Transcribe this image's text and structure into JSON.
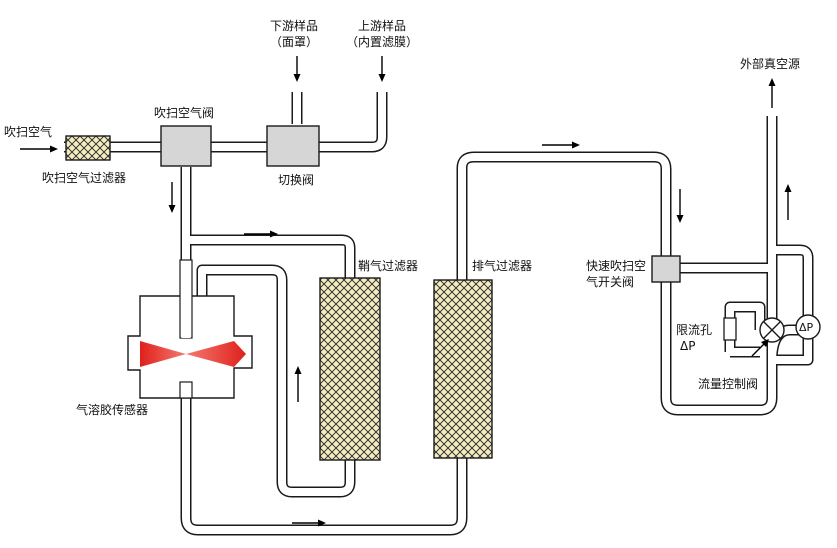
{
  "labels": {
    "purge_air": "吹扫空气",
    "purge_air_filter": "吹扫空气过滤器",
    "purge_air_valve": "吹扫空气阀",
    "downstream_sample_line1": "下游样品",
    "downstream_sample_line2": "（面罩）",
    "upstream_sample_line1": "上游样品",
    "upstream_sample_line2": "（内置滤膜）",
    "switch_valve": "切换阀",
    "sheath_filter": "鞘气过滤器",
    "exhaust_filter": "排气过滤器",
    "aerosol_sensor": "气溶胶传感器",
    "external_vacuum": "外部真空源",
    "fast_purge_valve_line1": "快速吹扫空",
    "fast_purge_valve_line2": "气开关阀",
    "orifice_line1": "限流孔",
    "orifice_line2": "ΔP",
    "flow_control_valve": "流量控制阀",
    "delta_p_gauge": "ΔP"
  },
  "colors": {
    "pipe": "#1a1a1a",
    "valve_fill": "#d6d6d6",
    "filter_fill": "#f4ecc0",
    "laser": "#e0201c"
  }
}
